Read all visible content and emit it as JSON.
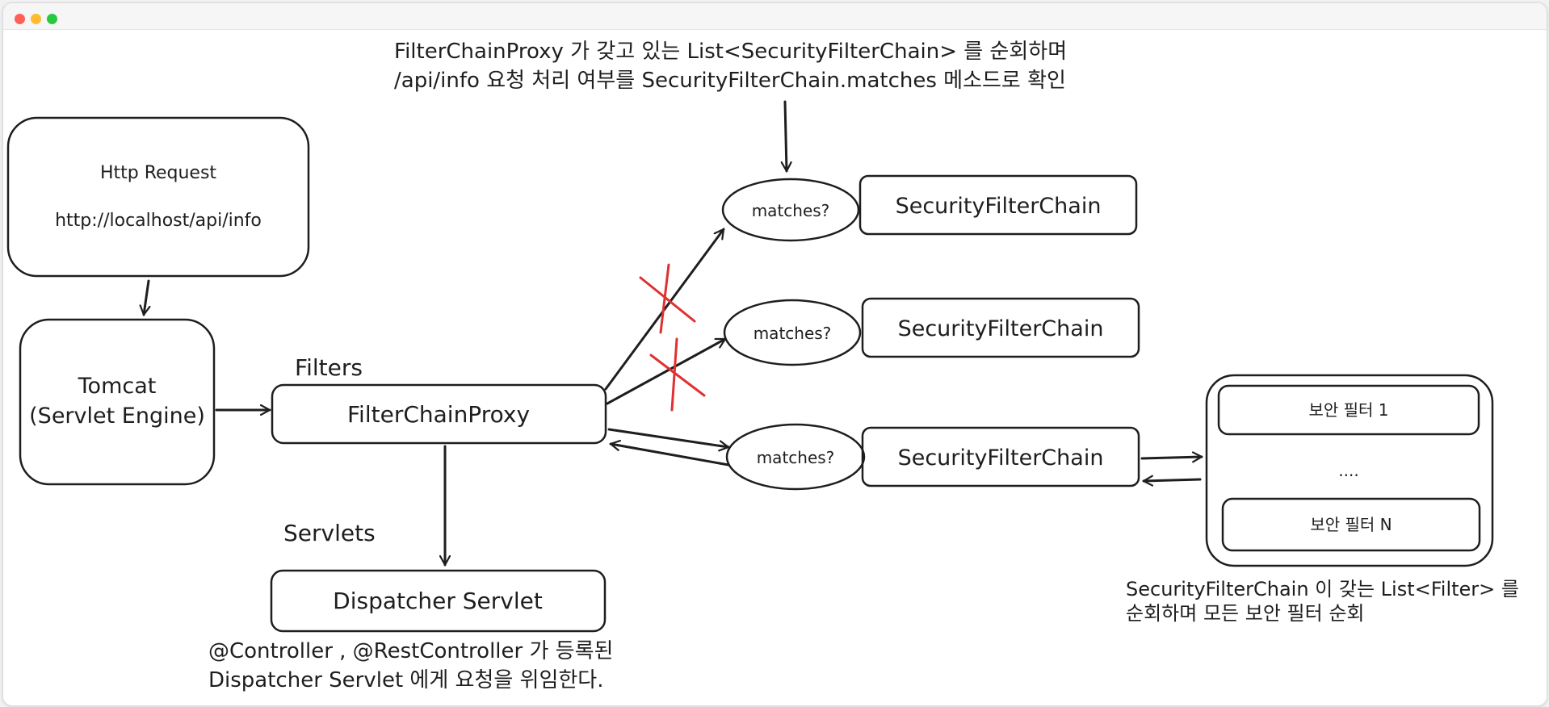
{
  "window": {
    "controls": {
      "close_color": "#ff5f57",
      "minimize_color": "#febc2e",
      "zoom_color": "#28c840"
    }
  },
  "diagram": {
    "stroke_color": "#1e1e1e",
    "cross_color": "#e03131",
    "http_request": {
      "title": "Http Request",
      "url": "http://localhost/api/info"
    },
    "tomcat": {
      "line1": "Tomcat",
      "line2": "(Servlet Engine)"
    },
    "filters_label": "Filters",
    "filter_chain_proxy": "FilterChainProxy",
    "servlets_label": "Servlets",
    "dispatcher_servlet": "Dispatcher Servlet",
    "top_note": {
      "line1": "FilterChainProxy 가 갖고 있는 List<SecurityFilterChain> 를 순회하며",
      "line2": "/api/info 요청 처리 여부를 SecurityFilterChain.matches 메소드로 확인"
    },
    "matches": [
      "matches?",
      "matches?",
      "matches?"
    ],
    "security_filter_chains": [
      "SecurityFilterChain",
      "SecurityFilterChain",
      "SecurityFilterChain"
    ],
    "security_filters": {
      "first": "보안 필터 1",
      "ellipsis": "....",
      "last": "보안 필터 N"
    },
    "right_note": {
      "line1": "SecurityFilterChain 이 갖는 List<Filter> 를",
      "line2": "순회하며 모든 보안 필터 순회"
    },
    "bottom_note": {
      "line1": "@Controller , @RestController 가 등록된",
      "line2": "Dispatcher Servlet 에게 요청을 위임한다."
    }
  }
}
